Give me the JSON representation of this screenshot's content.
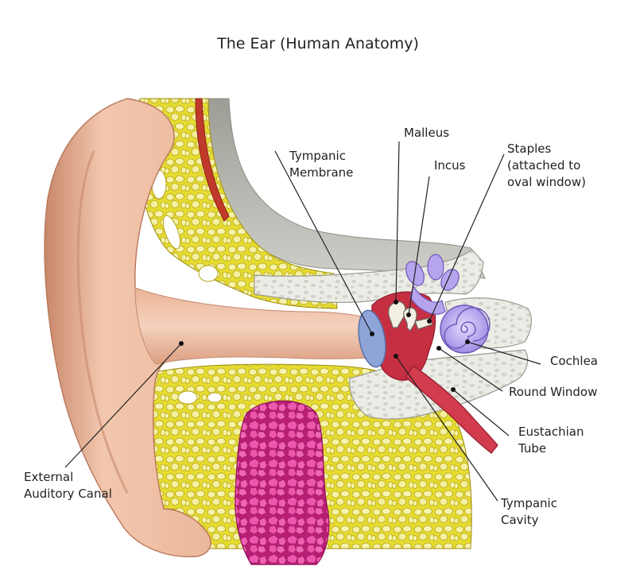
{
  "title": "The Ear (Human Anatomy)",
  "labels": {
    "malleus": "Malleus",
    "incus": "Incus",
    "staples": [
      "Staples",
      "(attached to",
      "oval window)"
    ],
    "tympanic_membrane": [
      "Tympanic",
      "Membrane"
    ],
    "cochlea": "Cochlea",
    "round_window": "Round Window",
    "eustachian_tube": [
      "Eustachian",
      "Tube"
    ],
    "tympanic_cavity": [
      "Tympanic",
      "Cavity"
    ],
    "external_auditory_canal": [
      "External",
      "Auditory Canal"
    ]
  },
  "colors": {
    "skin": "#f1c3a7",
    "skin_shade": "#d99a7c",
    "fat": "#e8df3c",
    "fat_cell": "#f6f1a0",
    "bone": "#e9e9e4",
    "gray_membrane": "#b9b9b3",
    "gland": "#e0489c",
    "middle_ear": "#c62e42",
    "cochlea": "#b9a6ee",
    "eardrum": "#8fa6d8"
  }
}
